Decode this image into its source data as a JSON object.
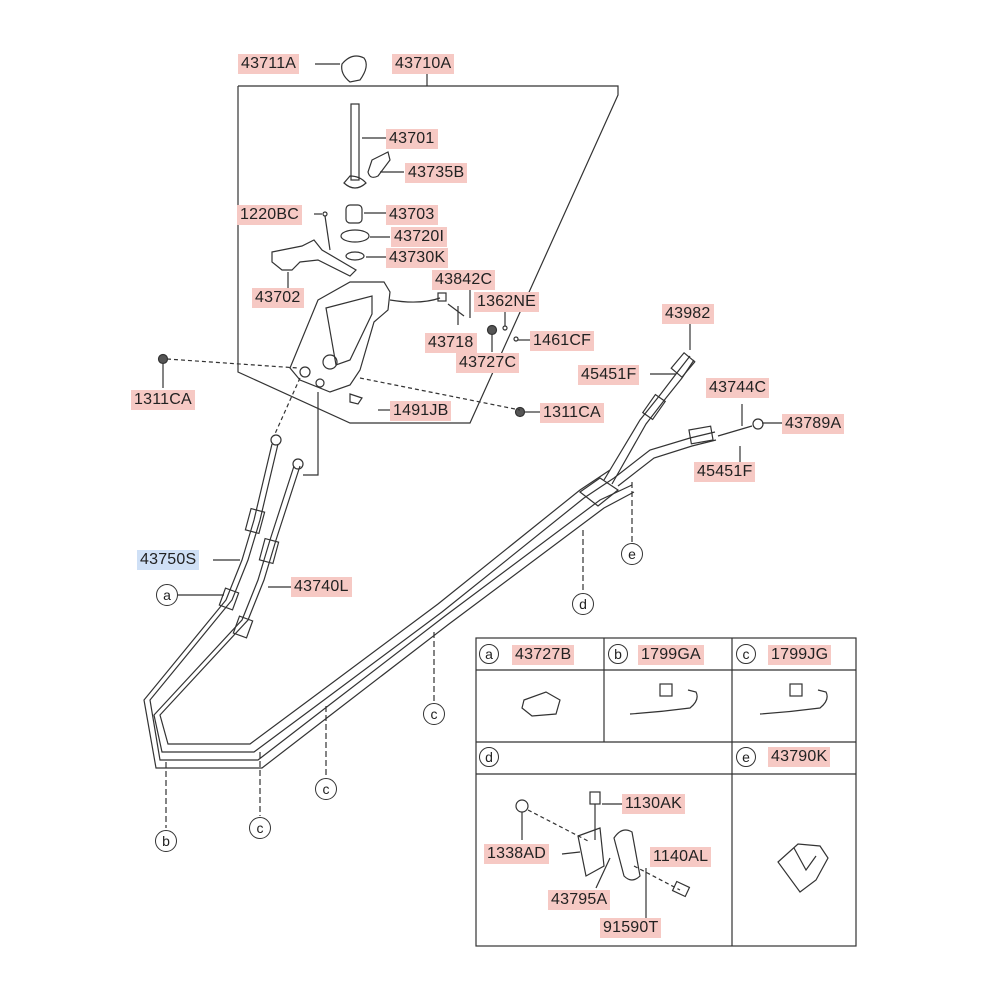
{
  "parts": {
    "p43711A": "43711A",
    "p43710A": "43710A",
    "p43701": "43701",
    "p43735B": "43735B",
    "p1220BC": "1220BC",
    "p43703": "43703",
    "p43720I": "43720I",
    "p43730K": "43730K",
    "p43702": "43702",
    "p43842C": "43842C",
    "p1362NE": "1362NE",
    "p43718": "43718",
    "p1461CF": "1461CF",
    "p43727C": "43727C",
    "p1311CA_left": "1311CA",
    "p1491JB": "1491JB",
    "p1311CA_right": "1311CA",
    "p43982": "43982",
    "p45451F_top": "45451F",
    "p43744C": "43744C",
    "p43789A": "43789A",
    "p45451F_bottom": "45451F",
    "p43750S": "43750S",
    "p43740L": "43740L"
  },
  "callouts": {
    "a": "a",
    "b": "b",
    "c1": "c",
    "c2": "c",
    "c3": "c",
    "d": "d",
    "e": "e"
  },
  "legend": {
    "a": {
      "key": "a",
      "part": "43727B"
    },
    "b": {
      "key": "b",
      "part": "1799GA"
    },
    "c": {
      "key": "c",
      "part": "1799JG"
    },
    "d": {
      "key": "d",
      "parts": [
        "1130AK",
        "1338AD",
        "1140AL",
        "43795A",
        "91590T"
      ]
    },
    "e": {
      "key": "e",
      "part": "43790K"
    }
  },
  "colors": {
    "label_bg": "#f6c9c4",
    "selected_bg": "#cfe0f6",
    "line": "#333333"
  }
}
